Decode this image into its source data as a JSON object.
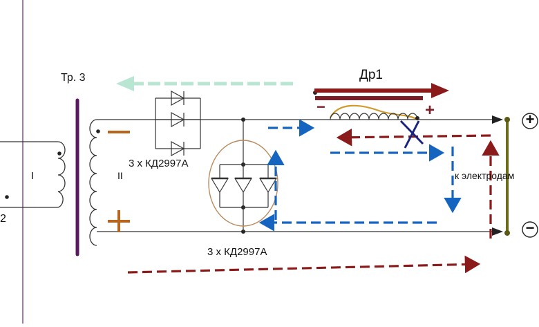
{
  "labels": {
    "transformer": "Тр. 3",
    "choke": "Др1",
    "diodes_top": "3 х КД2997А",
    "diodes_bottom": "3 х КД2997А",
    "to_electrodes": "к электродам",
    "winding_primary": "I",
    "winding_secondary": "II",
    "terminal_2": "2"
  },
  "symbols": {
    "choke_minus": "−",
    "choke_plus": "+",
    "out_plus": "+",
    "out_minus": "−"
  },
  "colors": {
    "wire": "#333333",
    "transformer_core": "#5a1a5e",
    "choke_bar": "#7a1f28",
    "choke_coil": "#d09a2a",
    "blue_current": "#1565c0",
    "red_current": "#8b1a1a",
    "green_arrow": "#90d8b8",
    "winding_sign": "#b5651d",
    "electrode_bar": "#6b6b1a",
    "cross": "#1a237e"
  }
}
